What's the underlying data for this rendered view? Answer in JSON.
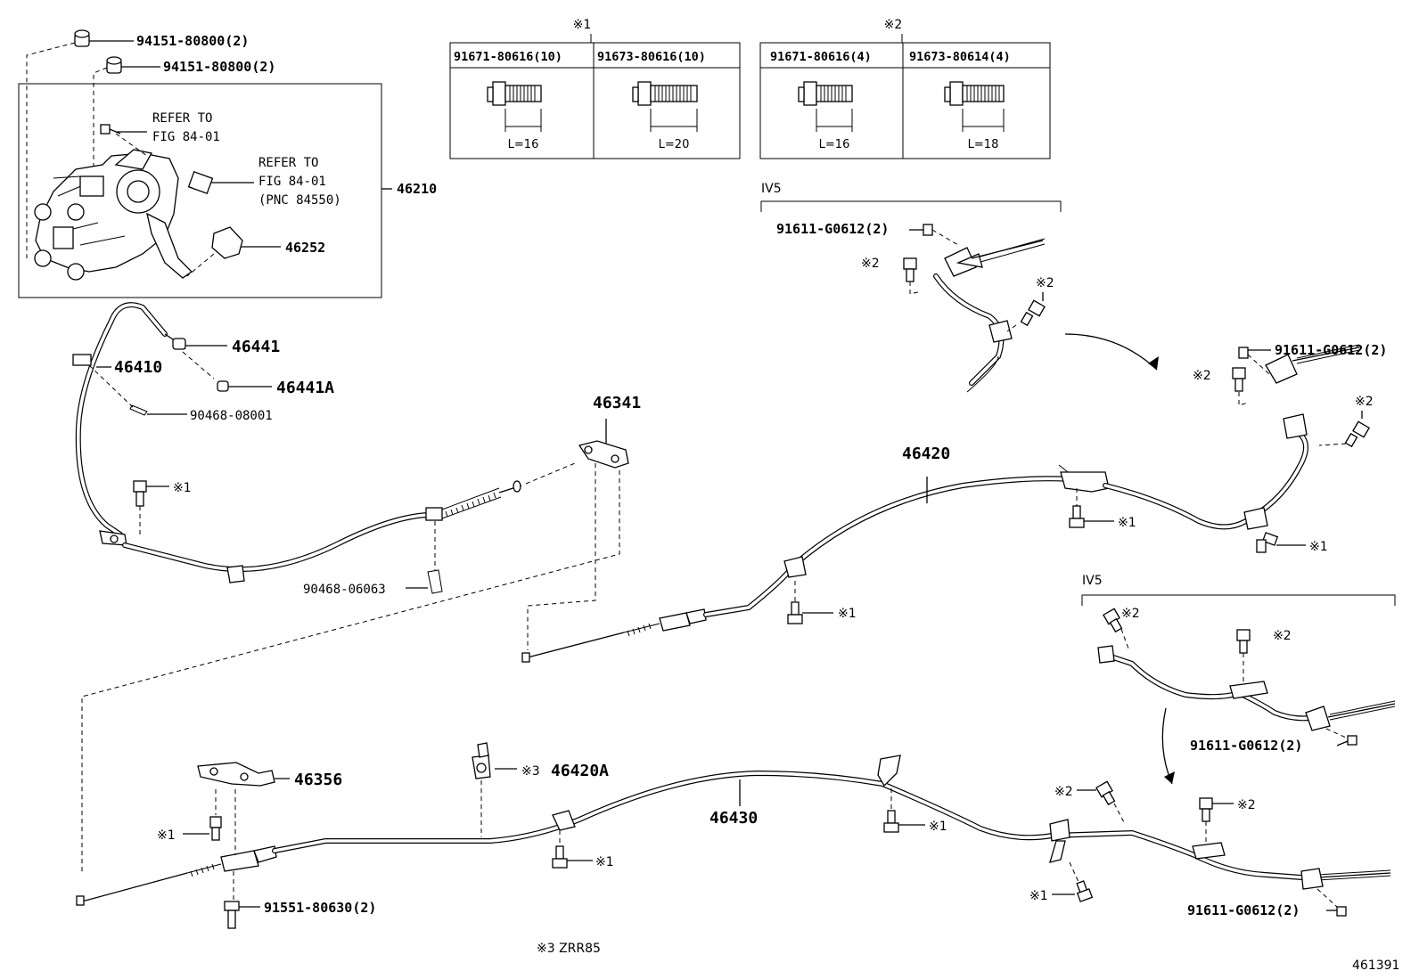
{
  "legend_tables": [
    {
      "mark": "※1",
      "columns": [
        {
          "part_no": "91671-80616(10)",
          "length": "L=16"
        },
        {
          "part_no": "91673-80616(10)",
          "length": "L=20"
        }
      ]
    },
    {
      "mark": "※2",
      "columns": [
        {
          "part_no": "91671-80616(4)",
          "length": "L=16"
        },
        {
          "part_no": "91673-80614(4)",
          "length": "L=18"
        }
      ]
    }
  ],
  "callouts": {
    "nut_a": "94151-80800(2)",
    "nut_b": "94151-80800(2)",
    "refer_1_a": "REFER TO",
    "refer_1_b": "FIG 84-01",
    "refer_2_a": "REFER TO",
    "refer_2_b": "FIG 84-01",
    "refer_2_c": "(PNC 84550)",
    "p46210": "46210",
    "p46252": "46252",
    "p46441": "46441",
    "p46410": "46410",
    "p46441A": "46441A",
    "p90468_08001": "90468-08001",
    "p46341": "46341",
    "p90468_06063": "90468-06063",
    "p46420": "46420",
    "p46356": "46356",
    "p46420A": "46420A",
    "p46430": "46430",
    "p91551": "91551-80630(2)",
    "bolt_top_1": "91611-G0612(2)",
    "bolt_top_2": "91611-G0612(2)",
    "bolt_mid": "91611-G0612(2)",
    "bolt_bot": "91611-G0612(2)",
    "iv5_a": "IV5",
    "iv5_b": "IV5"
  },
  "marks": {
    "m1": "※1",
    "m2": "※2",
    "m3": "※3"
  },
  "footnote": "※3 ZRR85",
  "diagram_id": "461391"
}
